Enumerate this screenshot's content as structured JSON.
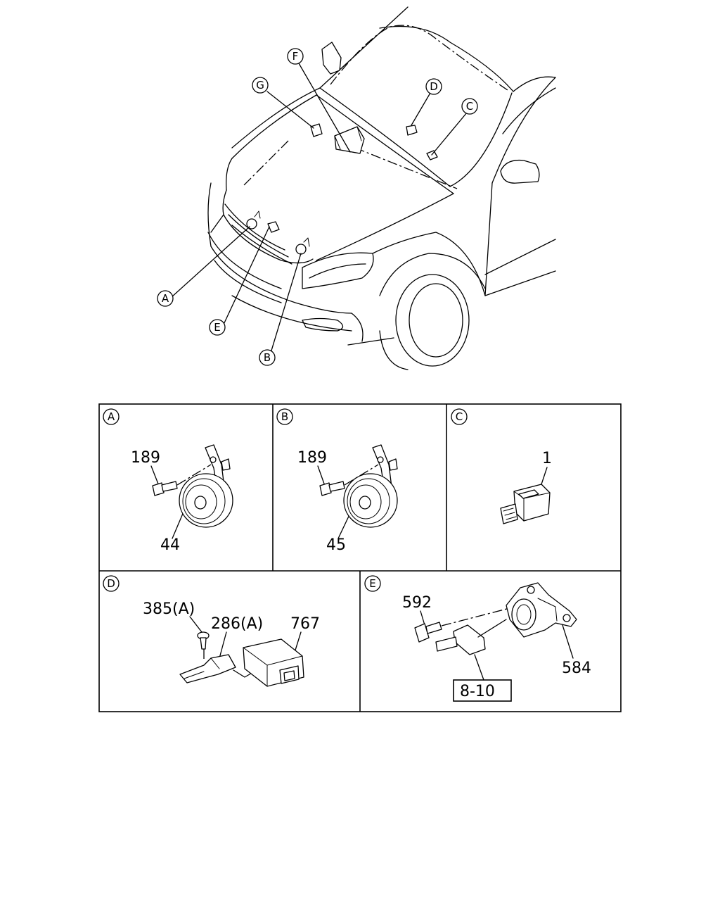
{
  "overview_callouts": [
    "A",
    "B",
    "C",
    "D",
    "E",
    "F",
    "G"
  ],
  "panels": {
    "A": {
      "label": "A",
      "bolt": "189",
      "horn": "44"
    },
    "B": {
      "label": "B",
      "bolt": "189",
      "horn": "45"
    },
    "C": {
      "label": "C",
      "relay": "1"
    },
    "D": {
      "label": "D",
      "screw": "385(A)",
      "bracket": "286(A)",
      "unit": "767"
    },
    "E": {
      "label": "E",
      "bolt": "592",
      "sensor": "584",
      "ref": "8-10"
    }
  }
}
